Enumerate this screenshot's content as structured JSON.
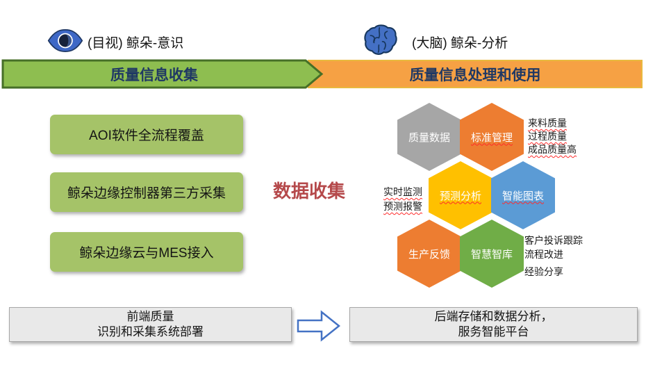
{
  "header": {
    "left": {
      "icon": "eye-icon",
      "label": "(目视) 鲸朵-意识"
    },
    "right": {
      "icon": "brain-icon",
      "label": "(大脑) 鲸朵-分析"
    }
  },
  "banners": {
    "left": {
      "label": "质量信息收集",
      "fill": "#8EBE50",
      "border": "#466F27",
      "text_color": "#1F3864"
    },
    "right": {
      "label": "质量信息处理和使用",
      "fill": "#F6A144",
      "border": "#E9B83E",
      "text_color": "#1F3864"
    }
  },
  "collection_boxes": [
    {
      "label": "AOI软件全流程覆盖"
    },
    {
      "label": "鲸朵边缘控制器第三方采集"
    },
    {
      "label": "鲸朵边缘云与MES接入"
    }
  ],
  "collection_box_color": "#A5C368",
  "center_label": "数据收集",
  "center_label_color": "#B5494B",
  "hexagons": [
    {
      "label": "质量数据",
      "color": "#A6A6A6",
      "underline": false
    },
    {
      "label": "标准管理",
      "color": "#ED7D31",
      "underline": true
    },
    {
      "label": "预测分析",
      "color": "#FFC000",
      "underline": true
    },
    {
      "label": "智能图表",
      "color": "#5B9BD5",
      "underline": true
    },
    {
      "label": "生产反馈",
      "color": "#ED7D31",
      "underline": false
    },
    {
      "label": "智慧智库",
      "color": "#70AD47",
      "underline": false
    }
  ],
  "annotations": {
    "top_right": [
      "来料质量",
      "过程质量",
      "成品质量高"
    ],
    "left": [
      "实时监测",
      "预测报警"
    ],
    "bottom_right": [
      "客户投诉跟踪",
      "流程改进",
      "经验分享"
    ]
  },
  "footer": {
    "left_box": {
      "line1": "前端质量",
      "line2": "识别和采集系统部署"
    },
    "right_box": {
      "line1": "后端存储和数据分析，",
      "line2": "服务智能平台"
    },
    "arrow_color": "#4472C4"
  }
}
